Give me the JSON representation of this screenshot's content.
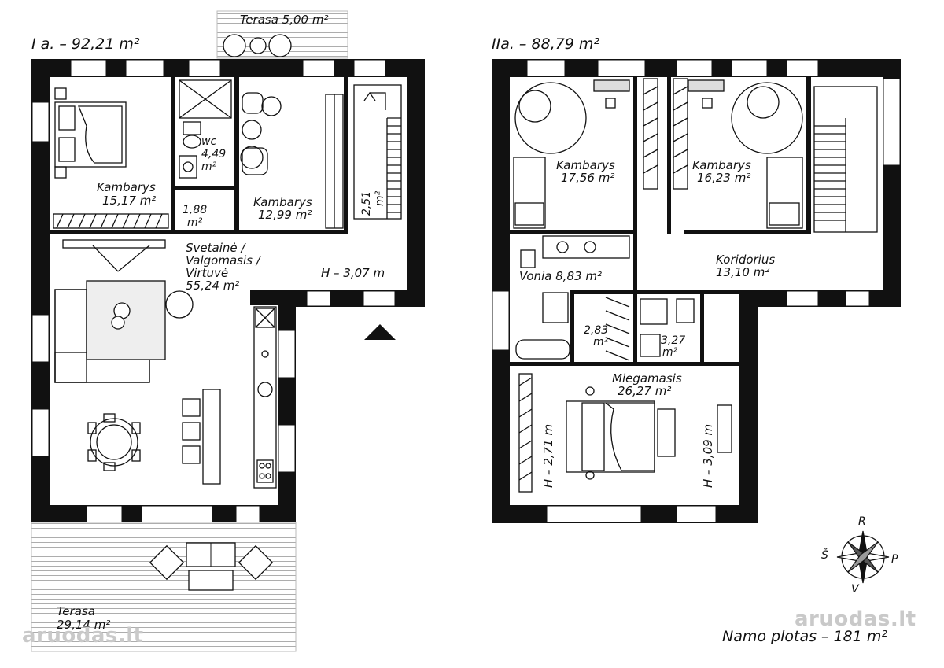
{
  "floor1": {
    "title": "I a. – 92,21 m²",
    "top_terrace": "Terasa  5,00 m²",
    "bedroom_name": "Kambarys",
    "bedroom_area": "15,17 m²",
    "wc_name": "wc",
    "wc_area_num": "4,49",
    "wc_area_unit": "m²",
    "closet_num": "1,88",
    "closet_unit": "m²",
    "room2_name": "Kambarys",
    "room2_area": "12,99 m²",
    "stair_num": "2,51",
    "stair_unit": "m²",
    "living_line1": "Svetainė /",
    "living_line2": "Valgomasis /",
    "living_line3": "Virtuvė",
    "living_area": "55,24 m²",
    "height": "H – 3,07 m",
    "terrace_name": "Terasa",
    "terrace_area": "29,14 m²"
  },
  "floor2": {
    "title": "IIa. – 88,79 m²",
    "room_a_name": "Kambarys",
    "room_a_area": "17,56 m²",
    "room_b_name": "Kambarys",
    "room_b_area": "16,23 m²",
    "bath": "Vonia  8,83  m²",
    "corridor_name": "Koridorius",
    "corridor_area": "13,10 m²",
    "closet_num": "2,83",
    "closet_unit": "m²",
    "wc_num": "3,27",
    "wc_unit": "m²",
    "bedroom_name": "Miegamasis",
    "bedroom_area": "26,27 m²",
    "height_left": "H – 2,71 m",
    "height_right": "H – 3,09 m"
  },
  "compass": {
    "north": "R",
    "west": "Š",
    "east": "P",
    "south": "V"
  },
  "total_area": "Namo plotas – 181 m²",
  "watermark": "aruodas.lt"
}
